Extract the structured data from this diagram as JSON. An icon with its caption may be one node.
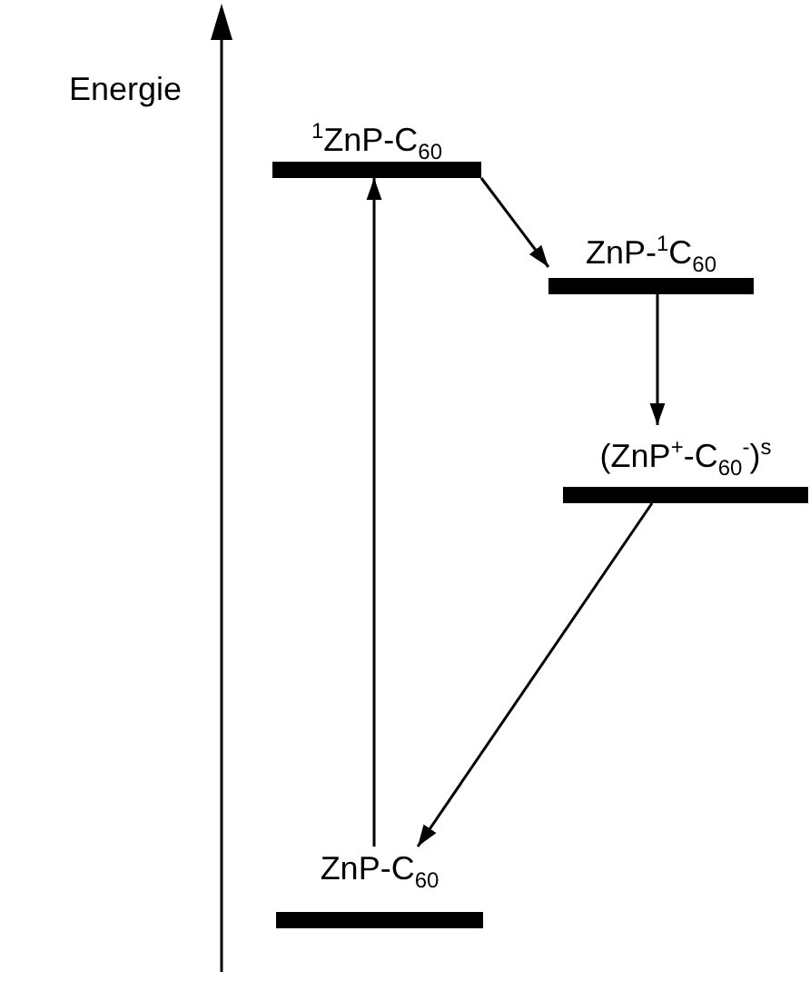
{
  "diagram": {
    "nodes": [
      {
        "text": [
          "$^{1}$ZnP-C$_{60}$"
        ]
      },
      {
        "text": [
          "ZnP-$^{1}$C$_{60}$"
        ]
      },
      {
        "text": [
          "(ZnP$^{+}$-C$_{60}$$^{-}$)$^{s}$"
        ]
      },
      {
        "text": [
          "ZnP-C$_{60}$"
        ]
      }
    ],
    "edges": [
      {
        "from": 0,
        "to": 1,
        "arrow": "to"
      },
      {
        "from": 1,
        "to": 2,
        "arrow": "to"
      },
      {
        "from": 2,
        "to": 3,
        "arrow": "to"
      },
      {
        "from": 3,
        "to": 0,
        "arrow": "to"
      }
    ],
    "labels": [
      "Energie"
    ]
  }
}
